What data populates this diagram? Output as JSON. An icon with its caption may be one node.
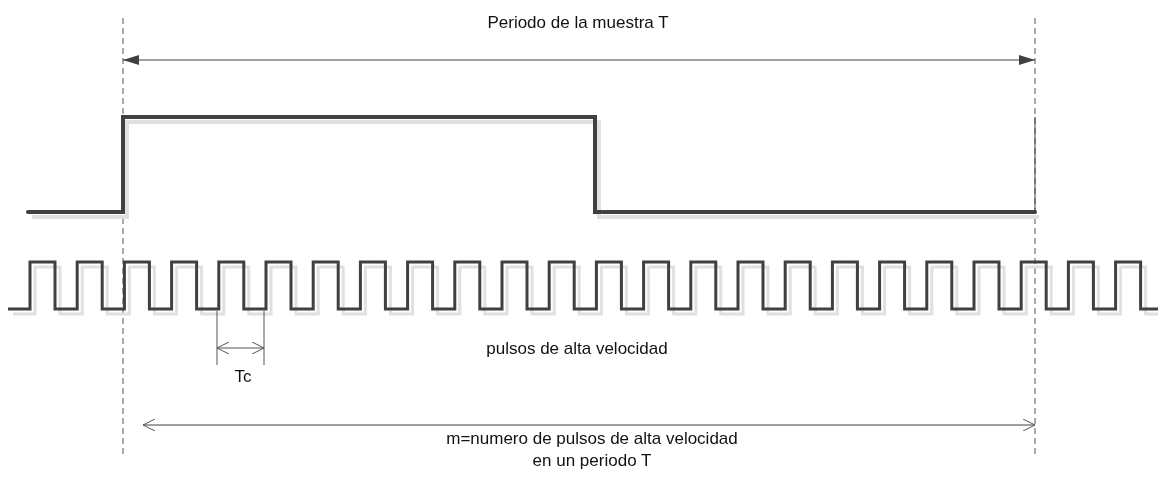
{
  "diagram": {
    "labels": [
      "Periodo de la muestra T",
      "pulsos de alta velocidad",
      "Tc",
      "m=numero de pulsos de alta velocidad en un periodo T"
    ]
  }
}
